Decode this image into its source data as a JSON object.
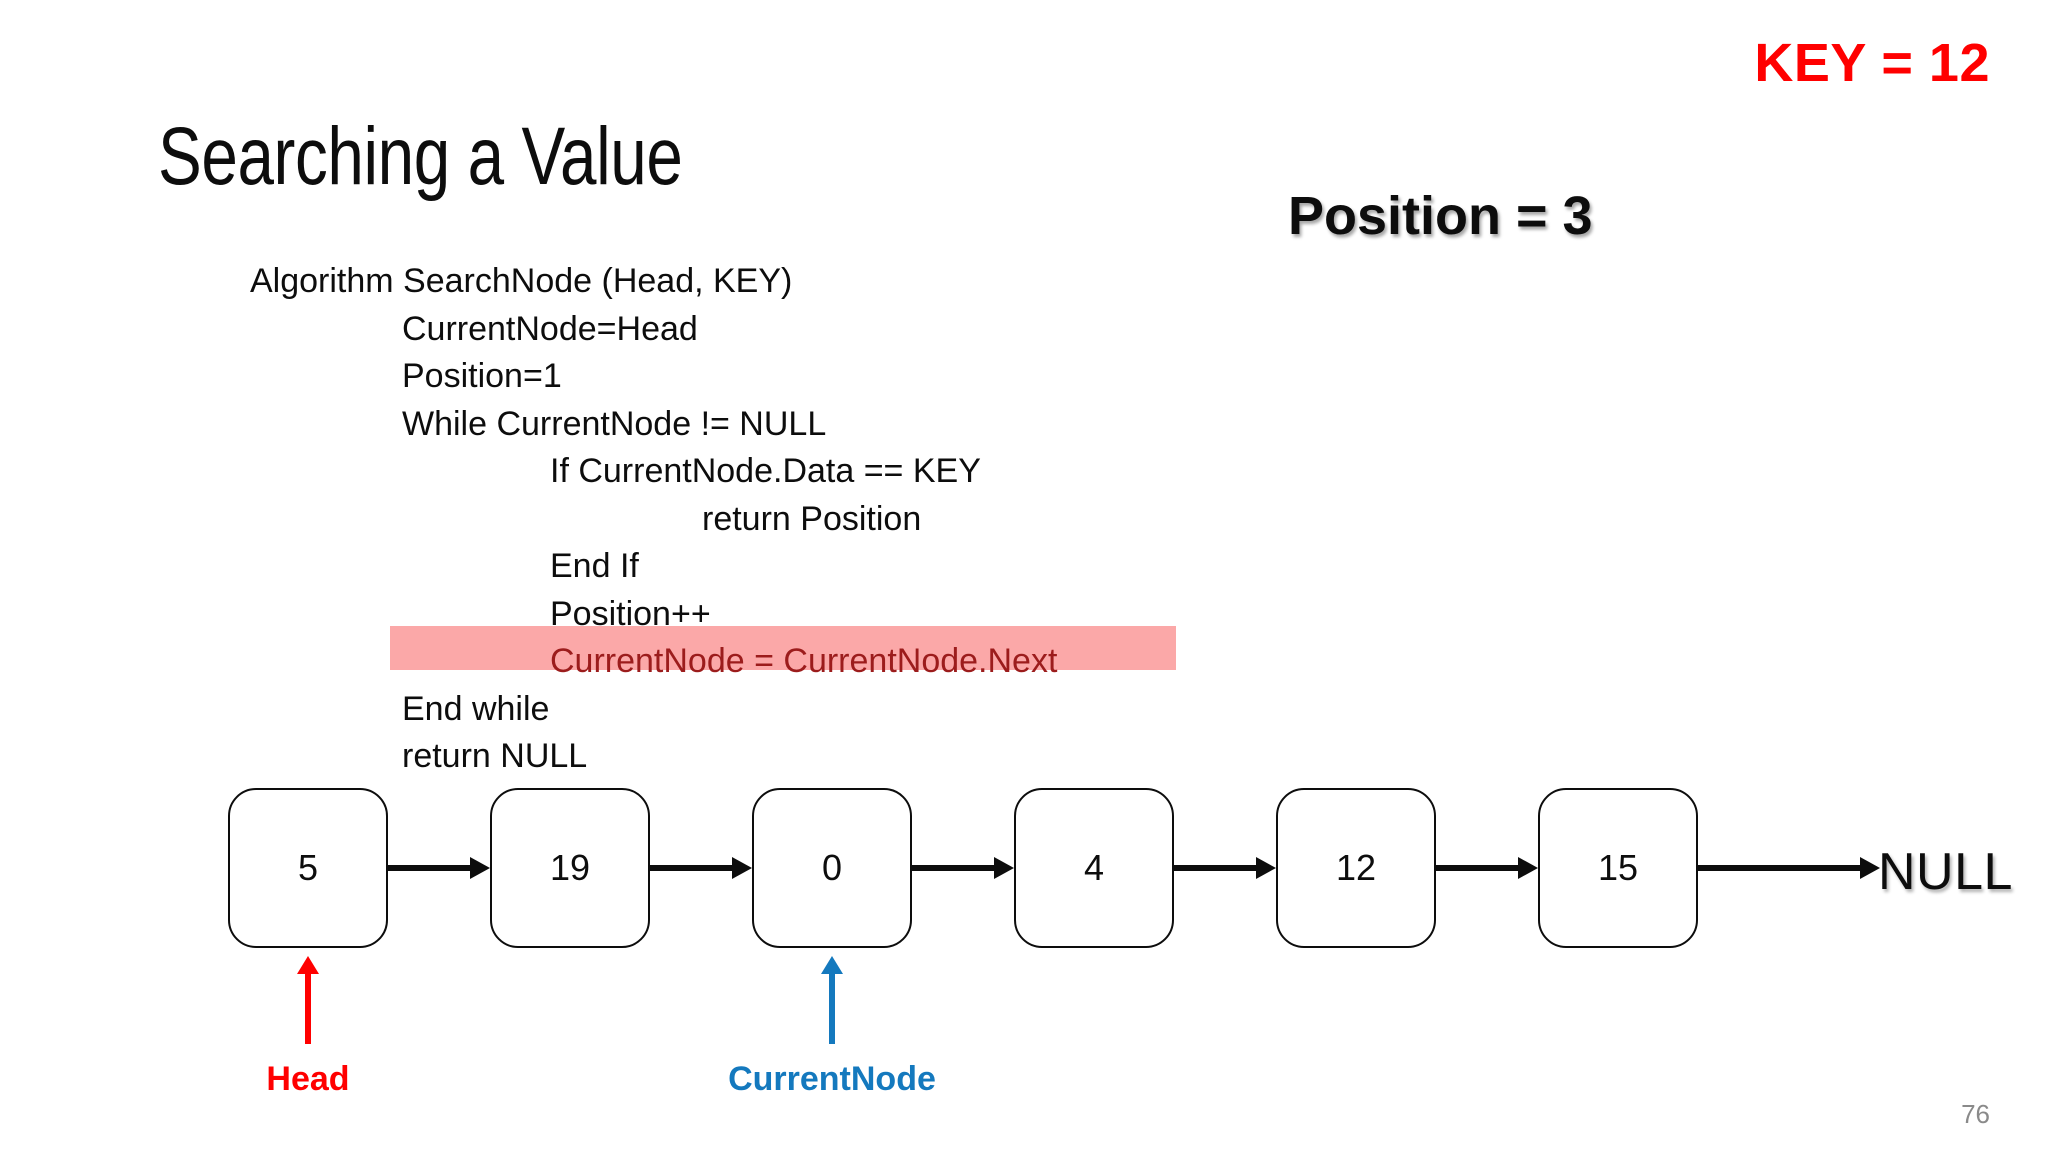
{
  "slide": {
    "title": "Searching a Value",
    "number": "76"
  },
  "annotations": {
    "key": "KEY = 12",
    "position": "Position = 3",
    "key_color": "#FF0000",
    "position_color": "#0d0d0d"
  },
  "algorithm": {
    "lines": [
      {
        "text": "Algorithm SearchNode (Head, KEY)",
        "indent": 0,
        "highlighted": false
      },
      {
        "text": "CurrentNode=Head",
        "indent": 1,
        "highlighted": false
      },
      {
        "text": "Position=1",
        "indent": 1,
        "highlighted": false
      },
      {
        "text": "While CurrentNode != NULL",
        "indent": 1,
        "highlighted": false
      },
      {
        "text": "If CurrentNode.Data == KEY",
        "indent": 2,
        "highlighted": false
      },
      {
        "text": "return Position",
        "indent": 3,
        "highlighted": false
      },
      {
        "text": "End If",
        "indent": 2,
        "highlighted": false
      },
      {
        "text": "Position++",
        "indent": 2,
        "highlighted": false
      },
      {
        "text": "CurrentNode = CurrentNode.Next",
        "indent": 2,
        "highlighted": true
      },
      {
        "text": "End while",
        "indent": 1,
        "highlighted": false
      },
      {
        "text": "return NULL",
        "indent": 1,
        "highlighted": false
      }
    ],
    "highlight_background": "#FBA8A8",
    "highlight_text_color": "#9C1C1C"
  },
  "linked_list": {
    "nodes": [
      {
        "value": "5"
      },
      {
        "value": "19"
      },
      {
        "value": "0"
      },
      {
        "value": "4"
      },
      {
        "value": "12"
      },
      {
        "value": "15"
      }
    ],
    "terminator": "NULL"
  },
  "pointers": {
    "head": {
      "label": "Head",
      "color": "#FF0000",
      "target_index": 0
    },
    "current": {
      "label": "CurrentNode",
      "color": "#1479BE",
      "target_index": 2
    }
  }
}
